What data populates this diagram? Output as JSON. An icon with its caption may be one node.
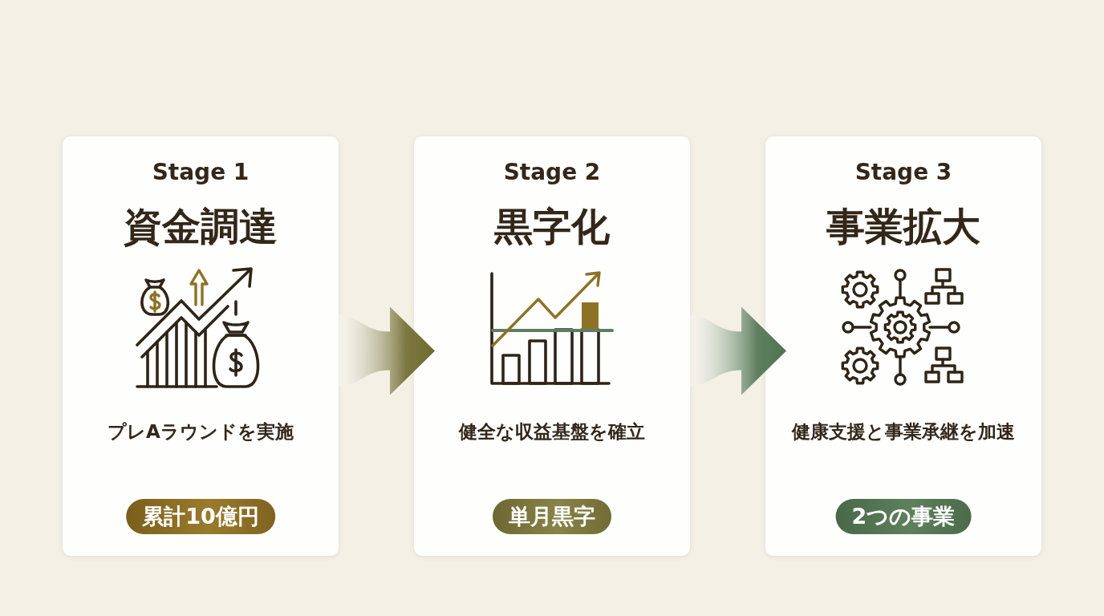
{
  "diagram": {
    "nodes": [
      {
        "text": [
          "Stage 1",
          "資金調達",
          "プレAラウンドを実施"
        ]
      },
      {
        "text": [
          "累計10億円"
        ],
        "in": 0
      },
      {
        "text": [
          "Stage 2",
          "黒字化",
          "健全な収益基盤を確立"
        ]
      },
      {
        "text": [
          "単月黒字"
        ],
        "in": 2
      },
      {
        "text": [
          "Stage 3",
          "事業拡大",
          "健康支援と事業承継を加速"
        ]
      },
      {
        "text": [
          "2つの事業"
        ],
        "in": 4
      }
    ],
    "edges": [
      {
        "from": 0,
        "to": 2,
        "arrow": "to",
        "color": "#6e6a2e"
      },
      {
        "from": 2,
        "to": 4,
        "arrow": "to",
        "color": "#4e7350"
      }
    ]
  }
}
